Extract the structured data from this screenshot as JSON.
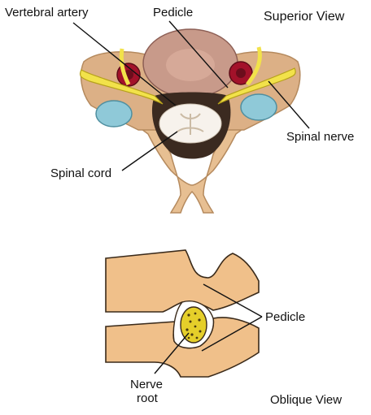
{
  "superior": {
    "view_title": "Superior View",
    "labels": {
      "vertebral_artery": "Vertebral artery",
      "pedicle": "Pedicle",
      "spinal_nerve": "Spinal nerve",
      "spinal_cord": "Spinal cord"
    }
  },
  "oblique": {
    "view_title": "Oblique View",
    "labels": {
      "pedicle": "Pedicle",
      "nerve_root_line1": "Nerve",
      "nerve_root_line2": "root"
    }
  },
  "colors": {
    "bone": "#e7bf92",
    "bone_shadow": "#c7986a",
    "disc": "#c89a8a",
    "nerve": "#f2e24a",
    "artery": "#a3122a",
    "canal": "#3b2a20",
    "cord": "#f7f2ec",
    "cartilage": "#8fc9d8",
    "oblique_bone": "#f0c08a",
    "root_fill": "#e5cf2a"
  }
}
